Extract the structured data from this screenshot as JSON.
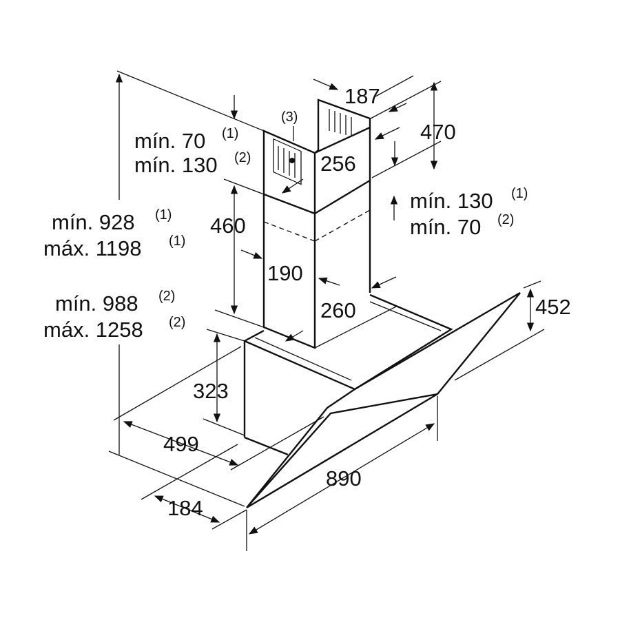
{
  "dimensions": {
    "d187": "187",
    "d470": "470",
    "d256": "256",
    "d460": "460",
    "d190": "190",
    "d260": "260",
    "d452": "452",
    "d323": "323",
    "d499": "499",
    "d184": "184",
    "d890": "890"
  },
  "notes": {
    "note3": "(3)",
    "left_top": [
      {
        "text": "mín. 70",
        "sup": "(1)"
      },
      {
        "text": "mín. 130",
        "sup": "(2)"
      }
    ],
    "right_mid": [
      {
        "text": "mín. 130",
        "sup": "(1)"
      },
      {
        "text": "mín. 70",
        "sup": "(2)"
      }
    ],
    "height1": [
      {
        "text": "mín. 928",
        "sup": "(1)"
      },
      {
        "text": "máx. 1198",
        "sup": "(1)"
      }
    ],
    "height2": [
      {
        "text": "mín. 988",
        "sup": "(2)"
      },
      {
        "text": "máx. 1258",
        "sup": "(2)"
      }
    ]
  }
}
